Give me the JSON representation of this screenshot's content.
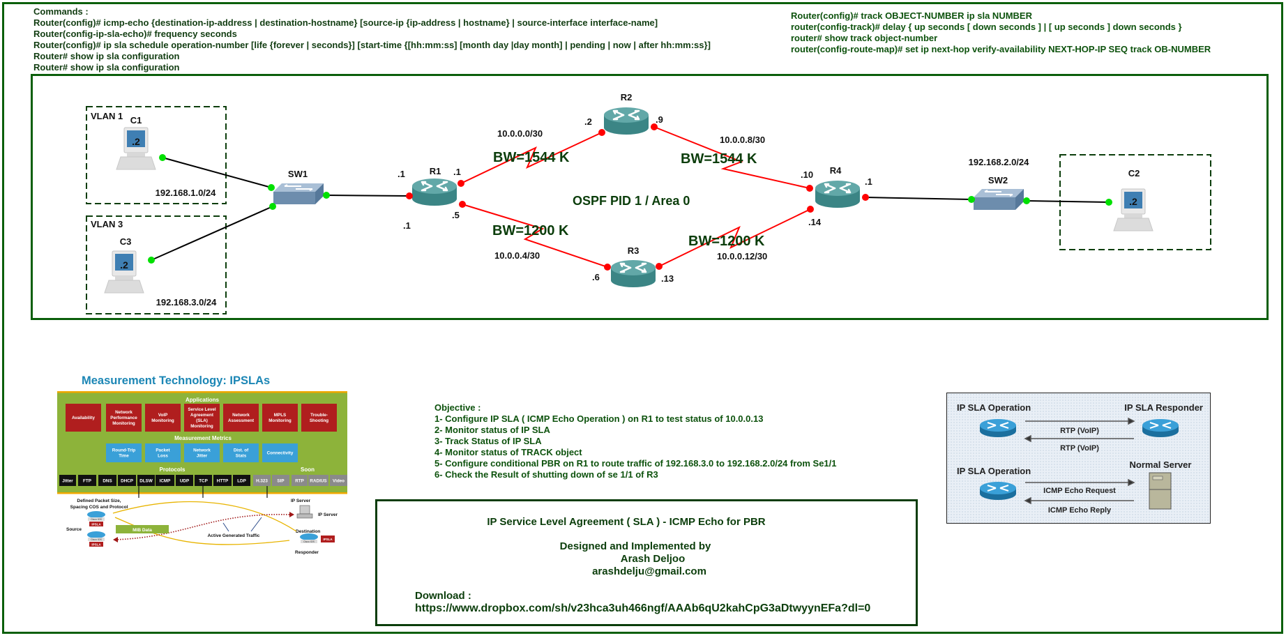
{
  "commands_left": {
    "title": "Commands :",
    "lines": [
      "Router(config)# icmp-echo {destination-ip-address | destination-hostname} [source-ip {ip-address | hostname} | source-interface interface-name]",
      "Router(config-ip-sla-echo)# frequency seconds",
      "Router(config)# ip sla schedule operation-number [life {forever | seconds}] [start-time {[hh:mm:ss] [month day |day month] | pending | now | after hh:mm:ss}]",
      "Router# show ip sla configuration",
      "Router# show ip sla configuration"
    ]
  },
  "commands_right": {
    "lines": [
      "Router(config)# track  OBJECT-NUMBER ip sla NUMBER",
      "router(config-track)# delay { up seconds [ down seconds ] | [ up seconds ] down seconds }",
      "router# show track object-number",
      "router(config-route-map)#  set ip next-hop verify-availability NEXT-HOP-IP   SEQ track OB-NUMBER"
    ]
  },
  "diagram": {
    "vlan1": "VLAN 1",
    "vlan3": "VLAN 3",
    "c1": "C1",
    "c2": "C2",
    "c3": "C3",
    "pc_ip": ".2",
    "sw1": "SW1",
    "sw2": "SW2",
    "r1": "R1",
    "r2": "R2",
    "r3": "R3",
    "r4": "R4",
    "subnet_vlan1": "192.168.1.0/24",
    "subnet_vlan3": "192.168.3.0/24",
    "subnet_c2": "192.168.2.0/24",
    "r1_lan1": ".1",
    "r1_lan2": ".1",
    "r1_to_r2": ".1",
    "r1_to_r3": ".5",
    "r2_to_r1": ".2",
    "r2_to_r4": ".9",
    "r3_to_r1": ".6",
    "r3_to_r4": ".13",
    "r4_to_r2": ".10",
    "r4_to_r3": ".14",
    "r4_lan": ".1",
    "net_r1_r2": "10.0.0.0/30",
    "net_r1_r3": "10.0.0.4/30",
    "net_r2_r4": "10.0.0.8/30",
    "net_r3_r4": "10.0.0.12/30",
    "bw_r1_r2": "BW=1544 K",
    "bw_r1_r3": "BW=1200 K",
    "bw_r2_r4": "BW=1544 K",
    "bw_r3_r4": "BW=1200 K",
    "ospf": "OSPF PID 1 / Area 0",
    "colors": {
      "serial_link": "#ff0000",
      "ethernet_link": "#000000",
      "port_up_green": "#00e000",
      "port_red": "#ff0000",
      "frame": "#0b5f0b"
    }
  },
  "objective": {
    "title": "Objective :",
    "items": [
      "1- Configure IP SLA ( ICMP Echo Operation ) on R1 to test status of 10.0.0.13",
      "2- Monitor status of IP SLA",
      "3- Track Status of IP SLA",
      "4- Monitor status of TRACK object",
      "5- Configure conditional PBR on R1 to route traffic of 192.168.3.0 to 192.168.2.0/24 from Se1/1",
      "6- Check the Result of shutting down of se 1/1 of R3"
    ]
  },
  "credits": {
    "title": "IP Service Level Agreement ( SLA ) - ICMP Echo for PBR",
    "designed_by": "Designed and Implemented by",
    "author": "Arash Deljoo",
    "email": "arashdelju@gmail.com",
    "download_label": "Download :",
    "download_url": "https://www.dropbox.com/sh/v23hca3uh466ngf/AAAb6qU2kahCpG3aDtwyynEFa?dl=0"
  },
  "ipsla_image": {
    "title": "Measurement Technology: IPSLAs",
    "applications_label": "Applications",
    "applications": [
      [
        "Availability"
      ],
      [
        "Network",
        "Performance",
        "Monitoring"
      ],
      [
        "VoIP",
        "Monitoring"
      ],
      [
        "Service Level",
        "Agreement",
        "(SLA)",
        "Monitoring"
      ],
      [
        "Network",
        "Assessment"
      ],
      [
        "MPLS",
        "Monitoring"
      ],
      [
        "Trouble-",
        "Shooting"
      ]
    ],
    "metrics_label": "Measurement Metrics",
    "metrics": [
      [
        "Round-Trip",
        "Time"
      ],
      [
        "Packet",
        "Loss"
      ],
      [
        "Network",
        "Jitter"
      ],
      [
        "Dist. of",
        "Stats"
      ],
      [
        "Connectivity"
      ]
    ],
    "protocols_label": "Protocols",
    "soon_label": "Soon",
    "protocols": [
      "Jitter",
      "FTP",
      "DNS",
      "DHCP",
      "DLSW",
      "ICMP",
      "UDP",
      "TCP",
      "HTTP",
      "LDP"
    ],
    "soon_protocols": [
      "H.323",
      "SIP",
      "RTP",
      "RADIUS",
      "Video"
    ],
    "defined_packet": [
      "Defined Packet Size,",
      "Spacing COS and Protocol"
    ],
    "source": "Source",
    "cisco_ios": "Cisco IOS",
    "ipsla_tag": "IPSLA",
    "mib_data": "MIB Data",
    "active_traffic": "Active Generated Traffic",
    "ip_server": "IP Server",
    "destination": "Destination",
    "responder": "Responder"
  },
  "sla_figure": {
    "op1": "IP SLA Operation",
    "responder": "IP SLA Responder",
    "rtp_fwd": "RTP (VoIP)",
    "rtp_back": "RTP (VoIP)",
    "op2": "IP SLA Operation",
    "server": "Normal Server",
    "icmp_req": "ICMP Echo Request",
    "icmp_rep": "ICMP Echo Reply"
  }
}
